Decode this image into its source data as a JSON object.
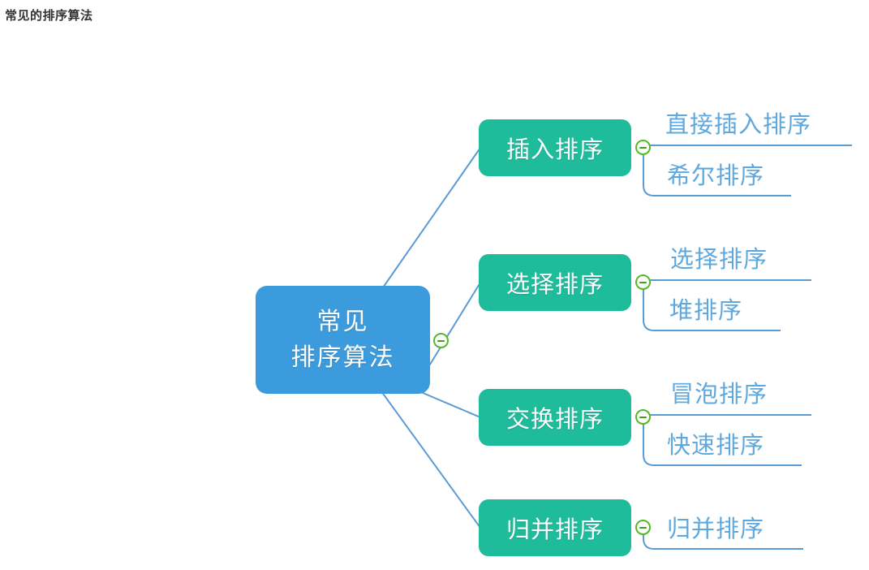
{
  "page": {
    "title": "常见的排序算法",
    "background": "#ffffff"
  },
  "colors": {
    "root_fill": "#3C9BDC",
    "branch_fill": "#1FBC9C",
    "leaf_text": "#5FA8DD",
    "edge_stroke": "#5B9BD5",
    "toggle_ring": "#55b828",
    "toggle_fill": "#fbfbfb",
    "title_text": "#333333"
  },
  "mindmap": {
    "root": {
      "label_line1": "常见",
      "label_line2": "排序算法",
      "toggle": "collapse-toggle-minus"
    },
    "branches": [
      {
        "label": "插入排序",
        "toggle": "collapse-toggle-minus",
        "children": [
          {
            "label": "直接插入排序"
          },
          {
            "label": "希尔排序"
          }
        ]
      },
      {
        "label": "选择排序",
        "toggle": "collapse-toggle-minus",
        "children": [
          {
            "label": "选择排序"
          },
          {
            "label": "堆排序"
          }
        ]
      },
      {
        "label": "交换排序",
        "toggle": "collapse-toggle-minus",
        "children": [
          {
            "label": "冒泡排序"
          },
          {
            "label": "快速排序"
          }
        ]
      },
      {
        "label": "归并排序",
        "toggle": "collapse-toggle-minus",
        "children": [
          {
            "label": "归并排序"
          }
        ]
      }
    ]
  }
}
